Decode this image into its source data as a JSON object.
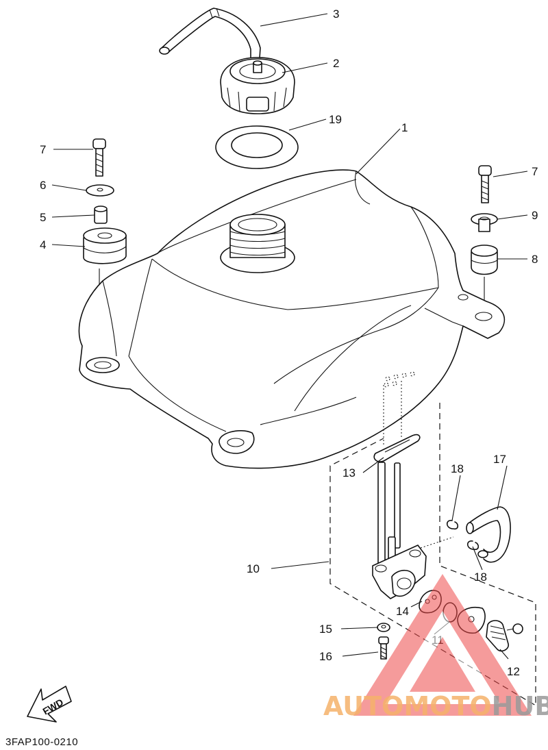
{
  "diagram_code": "3FAP100-0210",
  "fwd_label": "FWD",
  "callouts": [
    {
      "id": "c1",
      "label": "1"
    },
    {
      "id": "c2",
      "label": "2"
    },
    {
      "id": "c3",
      "label": "3"
    },
    {
      "id": "c4",
      "label": "4"
    },
    {
      "id": "c5",
      "label": "5"
    },
    {
      "id": "c6",
      "label": "6"
    },
    {
      "id": "c7a",
      "label": "7"
    },
    {
      "id": "c7b",
      "label": "7"
    },
    {
      "id": "c8",
      "label": "8"
    },
    {
      "id": "c9",
      "label": "9"
    },
    {
      "id": "c10",
      "label": "10"
    },
    {
      "id": "c11",
      "label": "11"
    },
    {
      "id": "c12",
      "label": "12"
    },
    {
      "id": "c13",
      "label": "13"
    },
    {
      "id": "c14",
      "label": "14"
    },
    {
      "id": "c15",
      "label": "15"
    },
    {
      "id": "c16",
      "label": "16"
    },
    {
      "id": "c17",
      "label": "17"
    },
    {
      "id": "c18a",
      "label": "18"
    },
    {
      "id": "c18b",
      "label": "18"
    },
    {
      "id": "c19",
      "label": "19"
    }
  ],
  "watermark": {
    "part1": "AUTOMOTO",
    "part2": "HUB",
    "color1": "#f5b26b",
    "color2": "#9a9a9a",
    "logo_color": "#ee4a4a"
  }
}
